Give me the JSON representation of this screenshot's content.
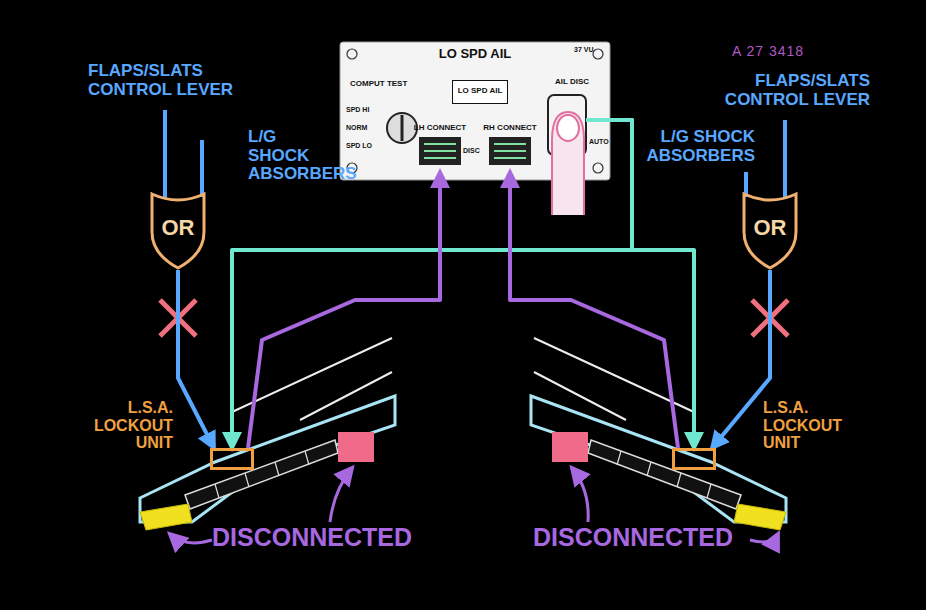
{
  "diagram": {
    "nodes": [
      {
        "text": [
          "LO SPD AIL"
        ]
      },
      {
        "text": [
          "LO SPD AIL"
        ],
        "in": 0
      },
      {
        "text": [
          "LH CONNECT"
        ],
        "in": 0
      },
      {
        "text": [
          "RH CONNECT"
        ],
        "in": 0
      },
      {
        "text": [
          "OR"
        ]
      },
      {
        "text": [
          "OR"
        ]
      },
      {
        "text": [
          "L.S.A. LOCKOUT UNIT"
        ]
      },
      {
        "text": [
          "L.S.A. LOCKOUT UNIT"
        ]
      }
    ],
    "edges": [
      {
        "from": 4,
        "to": 6,
        "arrow": "to"
      },
      {
        "from": 5,
        "to": 7,
        "arrow": "to"
      },
      {
        "from": 0,
        "to": 6,
        "arrow": "to"
      },
      {
        "from": 0,
        "to": 7,
        "arrow": "to"
      },
      {
        "from": 6,
        "to": 2,
        "arrow": "to"
      },
      {
        "from": 7,
        "to": 3,
        "arrow": "to"
      }
    ],
    "labels": [
      "A 27 3418",
      "FLAPS/SLATS CONTROL LEVER",
      "L/G SHOCK ABSORBERS",
      "FLAPS/SLATS CONTROL LEVER",
      "L/G SHOCK ABSORBERS",
      "37 VU",
      "COMPUT TEST",
      "SPD HI",
      "NORM",
      "SPD LO",
      "DISC",
      "AIL DISC",
      "AUTO",
      "DISCONNECTED",
      "DISCONNECTED"
    ]
  }
}
